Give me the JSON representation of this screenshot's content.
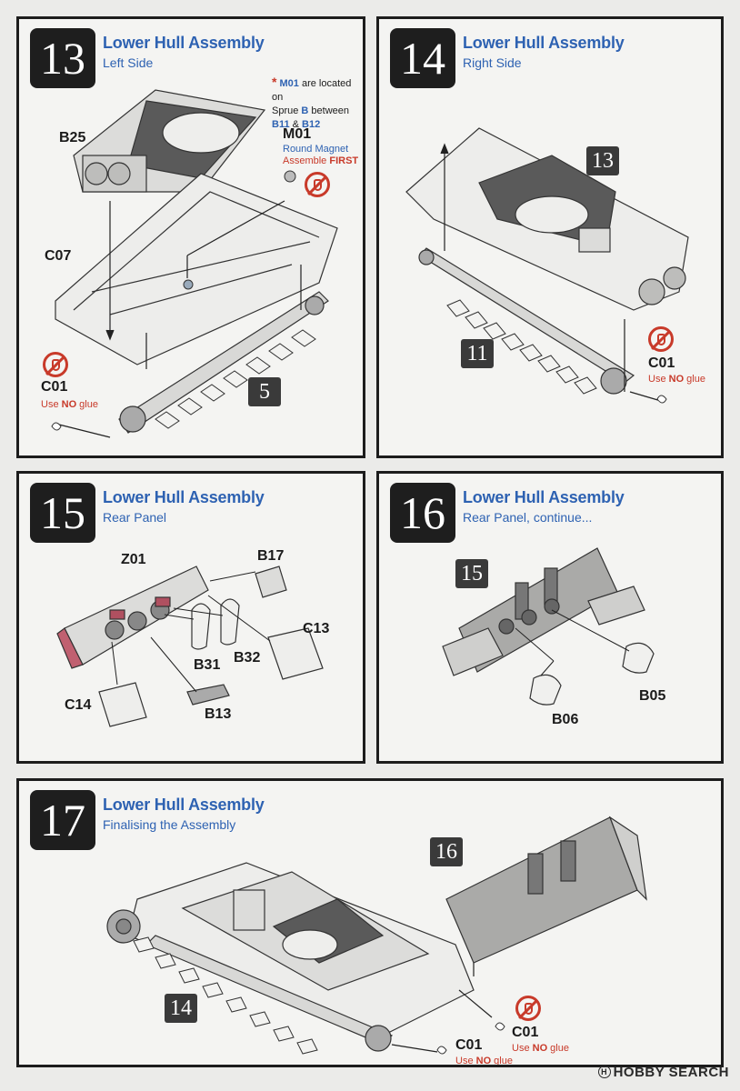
{
  "steps": [
    {
      "number": "13",
      "title": "Lower Hull Assembly",
      "subtitle": "Left Side"
    },
    {
      "number": "14",
      "title": "Lower Hull Assembly",
      "subtitle": "Right Side"
    },
    {
      "number": "15",
      "title": "Lower Hull Assembly",
      "subtitle": "Rear Panel"
    },
    {
      "number": "16",
      "title": "Lower Hull Assembly",
      "subtitle": "Rear Panel, continue..."
    },
    {
      "number": "17",
      "title": "Lower Hull Assembly",
      "subtitle": "Finalising the Assembly"
    }
  ],
  "step13": {
    "parts": {
      "b25": "B25",
      "c07": "C07",
      "c01": "C01",
      "m01": "M01"
    },
    "sub_ref": "5",
    "note_star": "*",
    "note_part": "M01",
    "note_text1": " are located on",
    "note_sprue_word": "Sprue ",
    "note_sprue": "B",
    "note_between": " between",
    "note_b11": "B11",
    "note_and": " & ",
    "note_b12": "B12",
    "magnet_label": "Round Magnet",
    "assemble_prefix": "Assemble ",
    "assemble_first": "FIRST",
    "glue_prefix": "Use ",
    "glue_no": "NO",
    "glue_suffix": " glue"
  },
  "step14": {
    "ref_top": "13",
    "sub_ref": "11",
    "parts": {
      "c01": "C01"
    },
    "glue_prefix": "Use ",
    "glue_no": "NO",
    "glue_suffix": " glue"
  },
  "step15": {
    "parts": {
      "z01": "Z01",
      "b17": "B17",
      "c13": "C13",
      "b31": "B31",
      "b32": "B32",
      "c14": "C14",
      "b13": "B13"
    }
  },
  "step16": {
    "ref": "15",
    "parts": {
      "b05": "B05",
      "b06": "B06"
    }
  },
  "step17": {
    "ref_top": "16",
    "ref_left": "14",
    "parts": {
      "c01_a": "C01",
      "c01_b": "C01"
    },
    "glue_prefix": "Use ",
    "glue_no": "NO",
    "glue_suffix": " glue"
  },
  "watermark": {
    "badge": "H",
    "text": "HOBBY SEARCH"
  },
  "colors": {
    "accent": "#2e62b2",
    "warning": "#c83a2a",
    "step_box": "#1e1e1e"
  }
}
